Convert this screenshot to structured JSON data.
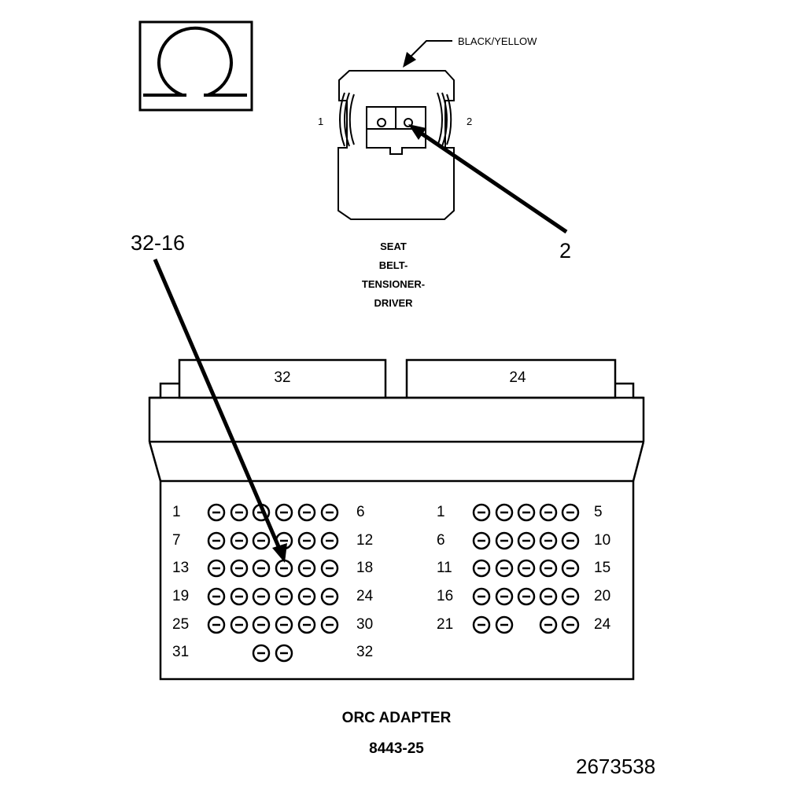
{
  "ground_symbol": {
    "icon": "omega-icon"
  },
  "seat_belt_connector": {
    "wire_color_label": "BLACK/YELLOW",
    "pin_labels": [
      "1",
      "2"
    ],
    "callout": "2",
    "title_lines": [
      "SEAT",
      "BELT-",
      "TENSIONER-",
      "DRIVER"
    ]
  },
  "orc_adapter": {
    "callout": "32-16",
    "left_connector": {
      "tab_label": "32",
      "row_labels": [
        [
          "1",
          "6"
        ],
        [
          "7",
          "12"
        ],
        [
          "13",
          "18"
        ],
        [
          "19",
          "24"
        ],
        [
          "25",
          "30"
        ],
        [
          "31",
          "32"
        ]
      ]
    },
    "right_connector": {
      "tab_label": "24",
      "row_labels": [
        [
          "1",
          "5"
        ],
        [
          "6",
          "10"
        ],
        [
          "11",
          "15"
        ],
        [
          "16",
          "20"
        ],
        [
          "21",
          "24"
        ]
      ]
    },
    "title": "ORC ADAPTER",
    "part_number": "8443-25"
  },
  "figure_id": "2673538"
}
